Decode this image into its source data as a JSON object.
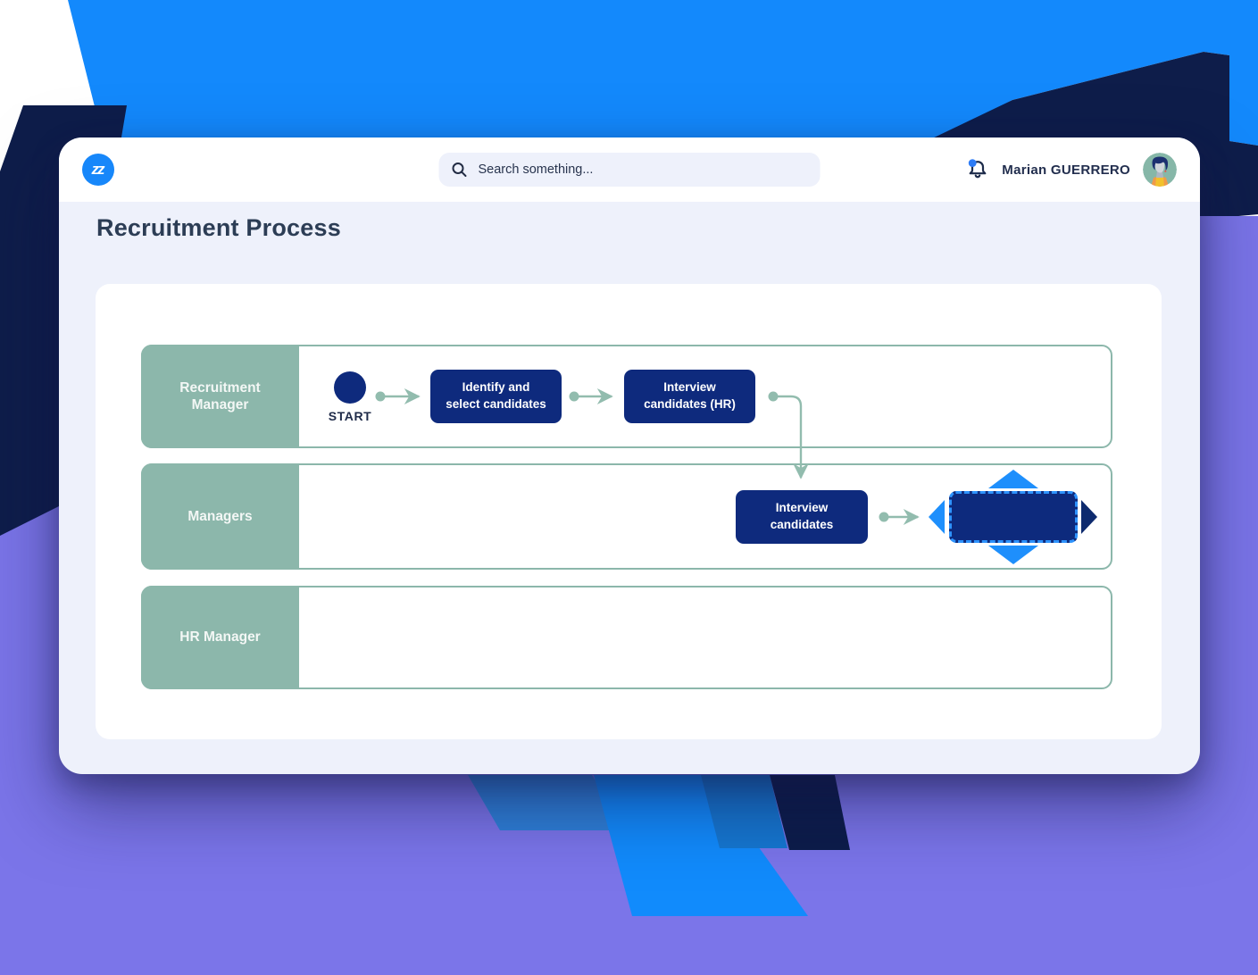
{
  "header": {
    "logo_text": "zz",
    "search": {
      "placeholder": "Search something..."
    },
    "user": {
      "name": "Marian GUERRERO",
      "has_notification": true
    }
  },
  "page": {
    "title": "Recruitment Process"
  },
  "diagram": {
    "lanes": [
      {
        "label": "Recruitment Manager"
      },
      {
        "label": "Managers"
      },
      {
        "label": "HR Manager"
      }
    ],
    "start": {
      "label": "START"
    },
    "nodes": [
      {
        "line1": "Identify and",
        "line2": "select candidates"
      },
      {
        "line1": "Interview",
        "line2": "candidates (HR)"
      },
      {
        "line1": "Interview",
        "line2": "candidates"
      }
    ],
    "selected_node": {
      "label": "",
      "state": "selected-empty"
    }
  },
  "colors": {
    "accent_blue": "#1389fc",
    "node_navy": "#0e2a7d",
    "swimlane_green": "#8cb7ab",
    "background_purple": "#7b75e9",
    "background_dark_navy": "#0e1d4a",
    "selection_blue": "#2e93fd"
  }
}
